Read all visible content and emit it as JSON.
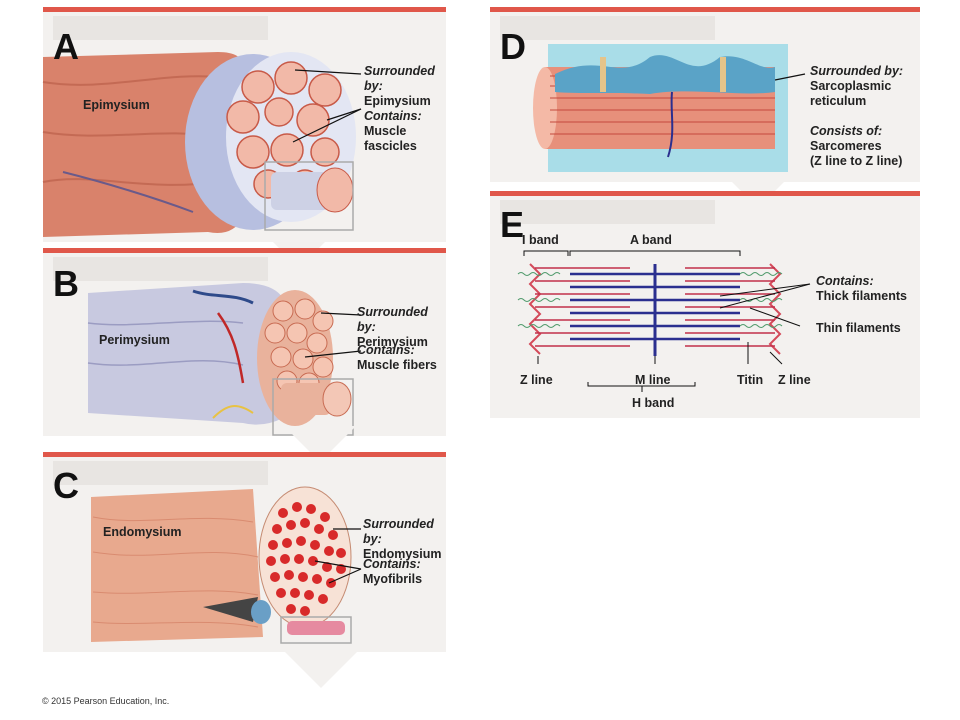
{
  "panels": {
    "a": {
      "letter": "A",
      "tissue": "Epimysium",
      "surrounded_heading": "Surrounded by:",
      "surrounded_value": "Epimysium",
      "contains_heading": "Contains:",
      "contains_value": "Muscle fascicles"
    },
    "b": {
      "letter": "B",
      "tissue": "Perimysium",
      "surrounded_heading": "Surrounded by:",
      "surrounded_value": "Perimysium",
      "contains_heading": "Contains:",
      "contains_value": "Muscle fibers"
    },
    "c": {
      "letter": "C",
      "tissue": "Endomysium",
      "surrounded_heading": "Surrounded by:",
      "surrounded_value": "Endomysium",
      "contains_heading": "Contains:",
      "contains_value": "Myofibrils"
    },
    "d": {
      "letter": "D",
      "surrounded_heading": "Surrounded by:",
      "surrounded_value_1": "Sarcoplasmic",
      "surrounded_value_2": "reticulum",
      "consists_heading": "Consists of:",
      "consists_value_1": "Sarcomeres",
      "consists_value_2": "(Z line to Z line)"
    },
    "e": {
      "letter": "E",
      "i_band": "I band",
      "a_band": "A band",
      "contains_heading": "Contains:",
      "thick": "Thick filaments",
      "thin": "Thin filaments",
      "z_line_left": "Z line",
      "m_line": "M line",
      "titin": "Titin",
      "z_line_right": "Z line",
      "h_band": "H band"
    }
  },
  "copyright": "© 2015 Pearson Education, Inc.",
  "colors": {
    "accent_bar": "#e0574a",
    "panel_bg": "#f3f1ef",
    "muscle": "#d9826b",
    "fiber_red": "#d82a2a",
    "thick_filament": "#2b2f8f",
    "thin_filament": "#c2304a"
  }
}
